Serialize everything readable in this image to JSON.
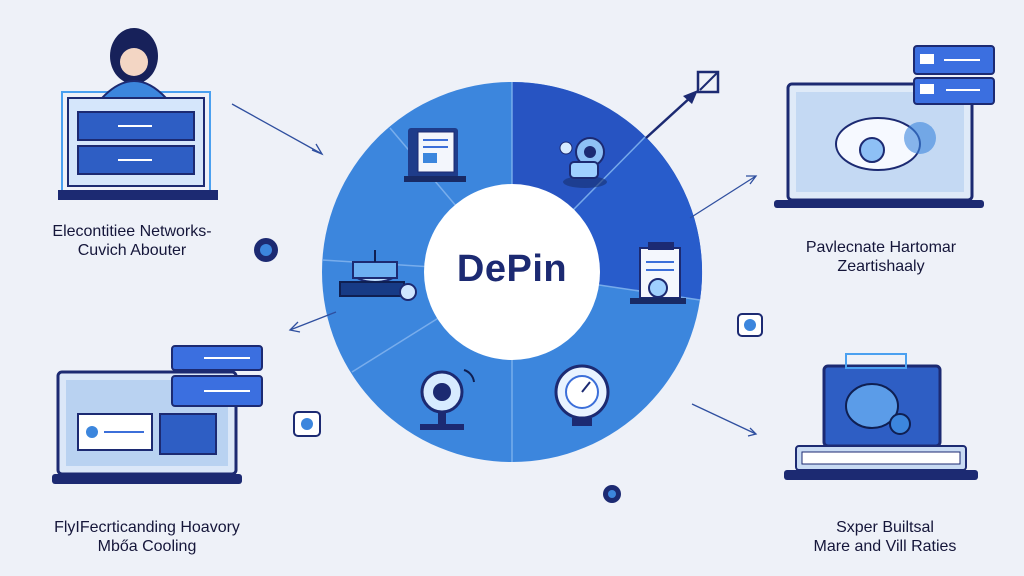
{
  "center": {
    "title": "DePin"
  },
  "panels": [
    {
      "id": "top-left",
      "lines": [
        "Elecontitiee Networks-",
        "Cuvich Abouter"
      ]
    },
    {
      "id": "top-right",
      "lines": [
        "Pavlecnate Hartomar",
        "Zeartishaaly"
      ]
    },
    {
      "id": "bottom-left",
      "lines": [
        "FlyIFecrticanding Hoavory",
        "Mbőa Cooling"
      ]
    },
    {
      "id": "bottom-right",
      "lines": [
        "Sxper Builtsal",
        "Mare and Vill Raties"
      ]
    }
  ],
  "colors": {
    "background": "#eef1f8",
    "ring_light": "#3c86dd",
    "ring_mid": "#2f6fd3",
    "ring_dark": "#2754c2",
    "navy": "#1c2a72",
    "accent": "#3b6fe0"
  },
  "icons": [
    "person-at-desk-icon",
    "document-stack-icon",
    "robot-gear-icon",
    "server-tower-icon",
    "file-report-icon",
    "gauge-icon",
    "webcam-icon",
    "gear-coin-icon",
    "laptop-icon",
    "globe-chip-icon"
  ]
}
